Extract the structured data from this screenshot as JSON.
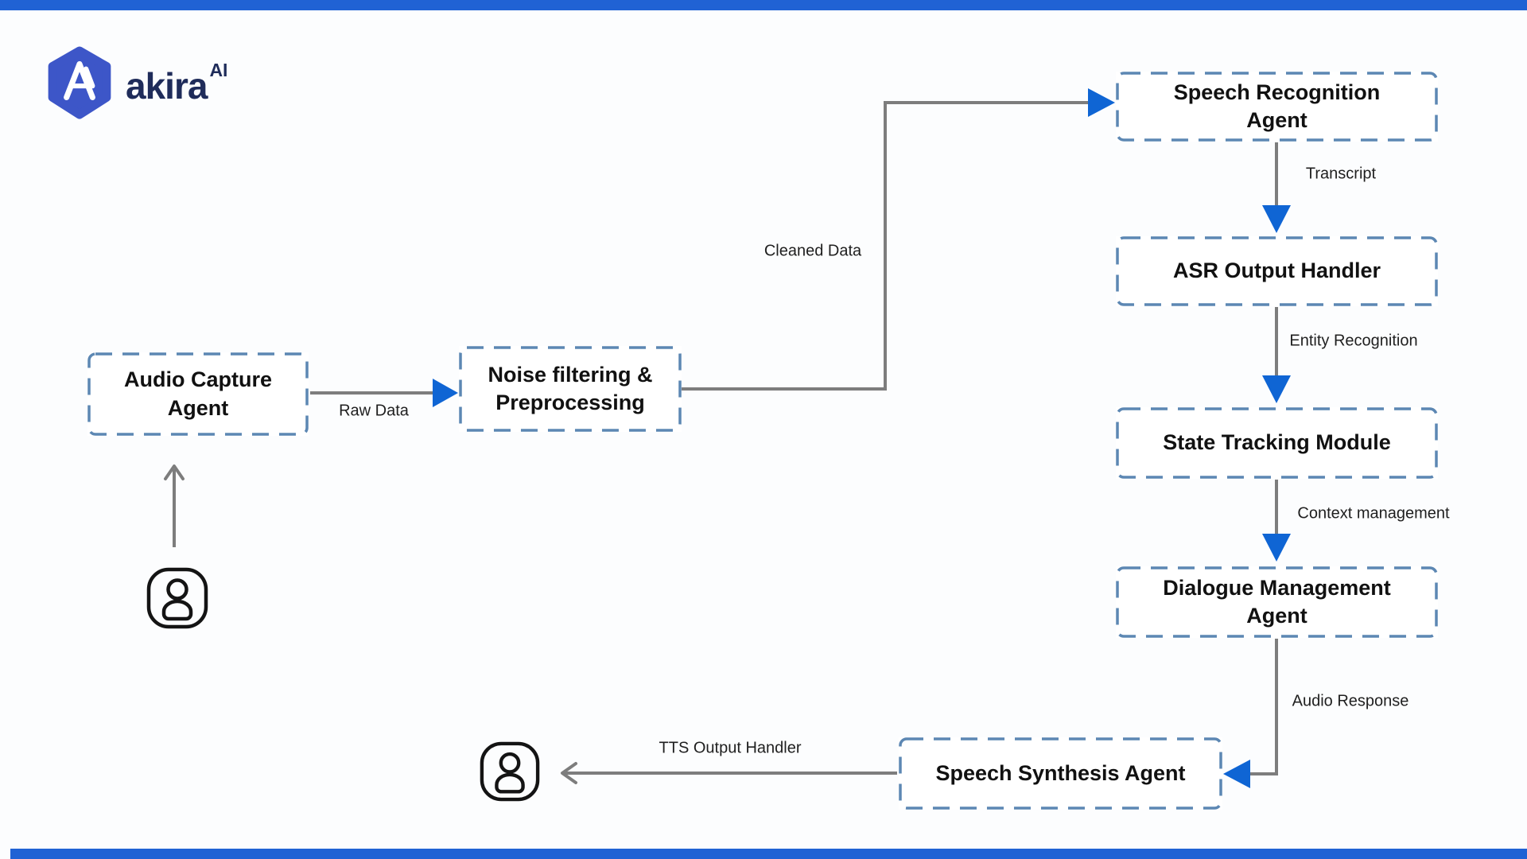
{
  "brand": {
    "name": "akira",
    "superscript": "AI",
    "hexagon_color": "#3d56c8",
    "wordmark_color": "#1f2c5a"
  },
  "colors": {
    "top_bar": "#2062d4",
    "bottom_bar": "#2062d4",
    "box_border": "#5c87b3",
    "connector_gray": "#7d7d7d",
    "arrowhead_blue": "#0f65d4",
    "box_text": "#111111",
    "background": "#fcfdfe"
  },
  "nodes": [
    {
      "id": "audio-capture-agent",
      "label": "Audio Capture Agent"
    },
    {
      "id": "noise-filtering-preprocessing",
      "label": "Noise filtering & Preprocessing"
    },
    {
      "id": "speech-recognition-agent",
      "label": "Speech Recognition Agent"
    },
    {
      "id": "asr-output-handler",
      "label": "ASR Output Handler"
    },
    {
      "id": "state-tracking-module",
      "label": "State Tracking Module"
    },
    {
      "id": "dialogue-management-agent",
      "label": "Dialogue Management Agent"
    },
    {
      "id": "speech-synthesis-agent",
      "label": "Speech Synthesis Agent"
    }
  ],
  "edges": {
    "raw_data": "Raw Data",
    "cleaned_data": "Cleaned Data",
    "transcript": "Transcript",
    "entity_recognition": "Entity Recognition",
    "context_management": "Context management",
    "audio_response": "Audio Response",
    "tts_output_handler": "TTS Output Handler"
  }
}
